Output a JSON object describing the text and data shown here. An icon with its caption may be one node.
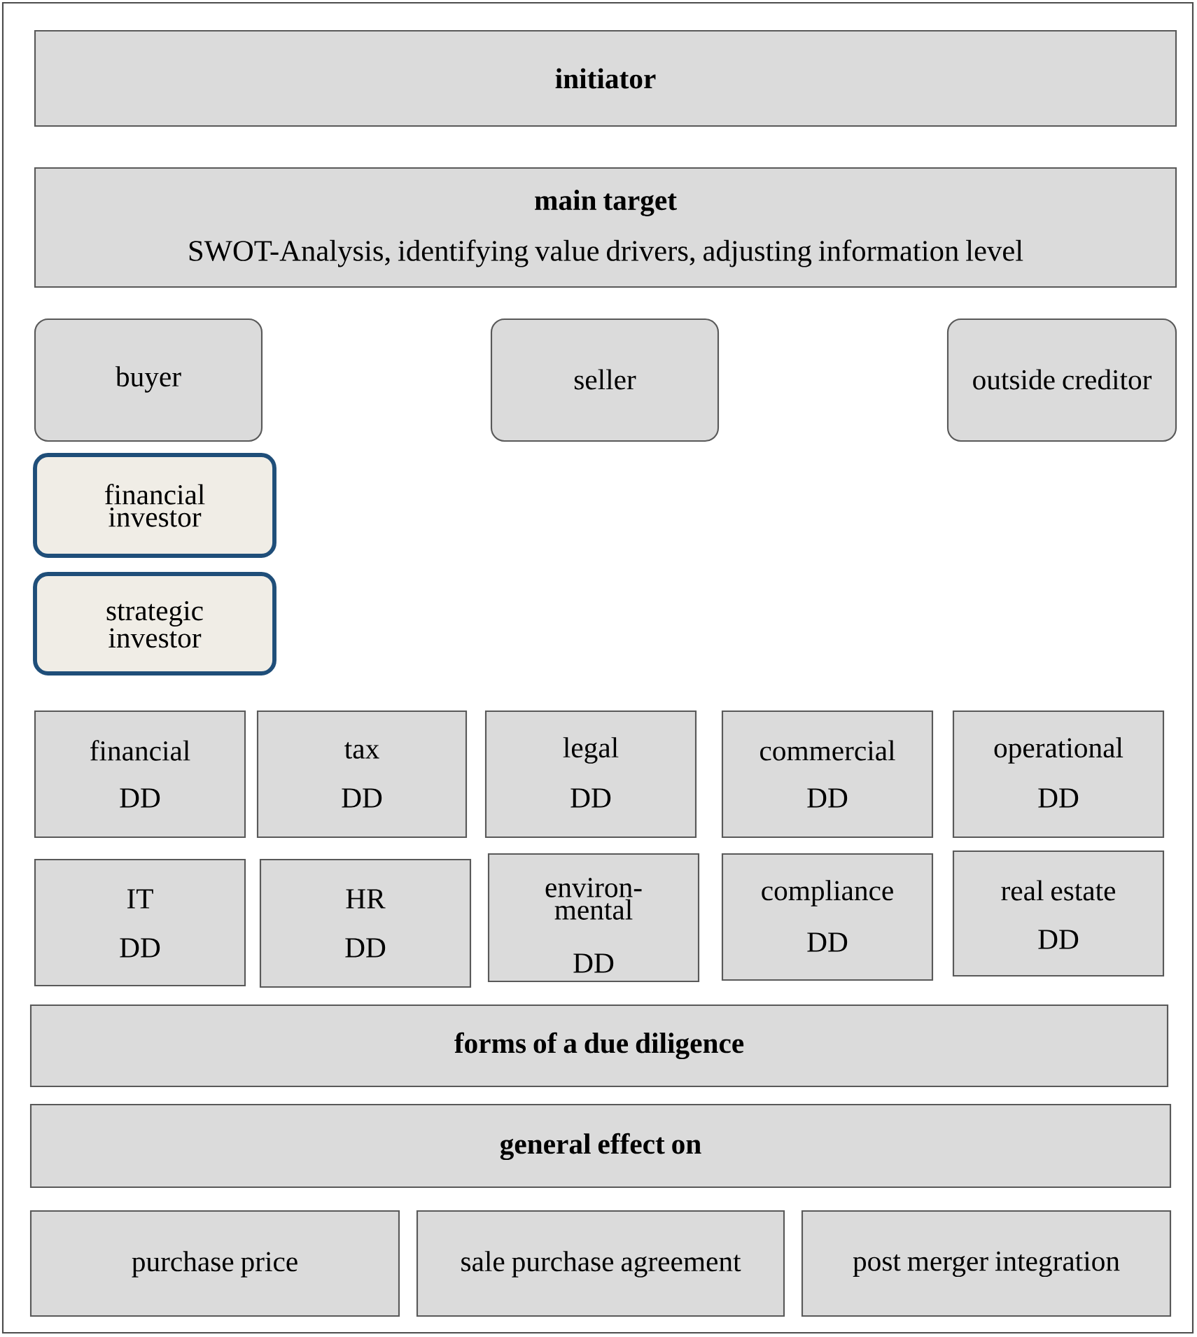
{
  "diagram": {
    "nodes": [
      {
        "text": [
          "initiator"
        ]
      },
      {
        "text": [
          "main target",
          "SWOT-Analysis, identifying value drivers, adjusting information level"
        ]
      },
      {
        "text": [
          "buyer"
        ]
      },
      {
        "text": [
          "seller"
        ]
      },
      {
        "text": [
          "outside creditor"
        ]
      },
      {
        "text": [
          "financial investor"
        ]
      },
      {
        "text": [
          "strategic investor"
        ]
      },
      {
        "text": [
          "financial",
          "DD"
        ]
      },
      {
        "text": [
          "tax",
          "DD"
        ]
      },
      {
        "text": [
          "legal",
          "DD"
        ]
      },
      {
        "text": [
          "commercial",
          "DD"
        ]
      },
      {
        "text": [
          "operational",
          "DD"
        ]
      },
      {
        "text": [
          "IT",
          "DD"
        ]
      },
      {
        "text": [
          "HR",
          "DD"
        ]
      },
      {
        "text": [
          "environ- mental",
          "DD"
        ]
      },
      {
        "text": [
          "compliance",
          "DD"
        ]
      },
      {
        "text": [
          "real estate",
          "DD"
        ]
      },
      {
        "text": [
          "forms of a due diligence"
        ]
      },
      {
        "text": [
          "general effect on"
        ]
      },
      {
        "text": [
          "purchase price"
        ]
      },
      {
        "text": [
          "sale purchase agreement"
        ]
      },
      {
        "text": [
          "post merger integration"
        ]
      }
    ]
  }
}
